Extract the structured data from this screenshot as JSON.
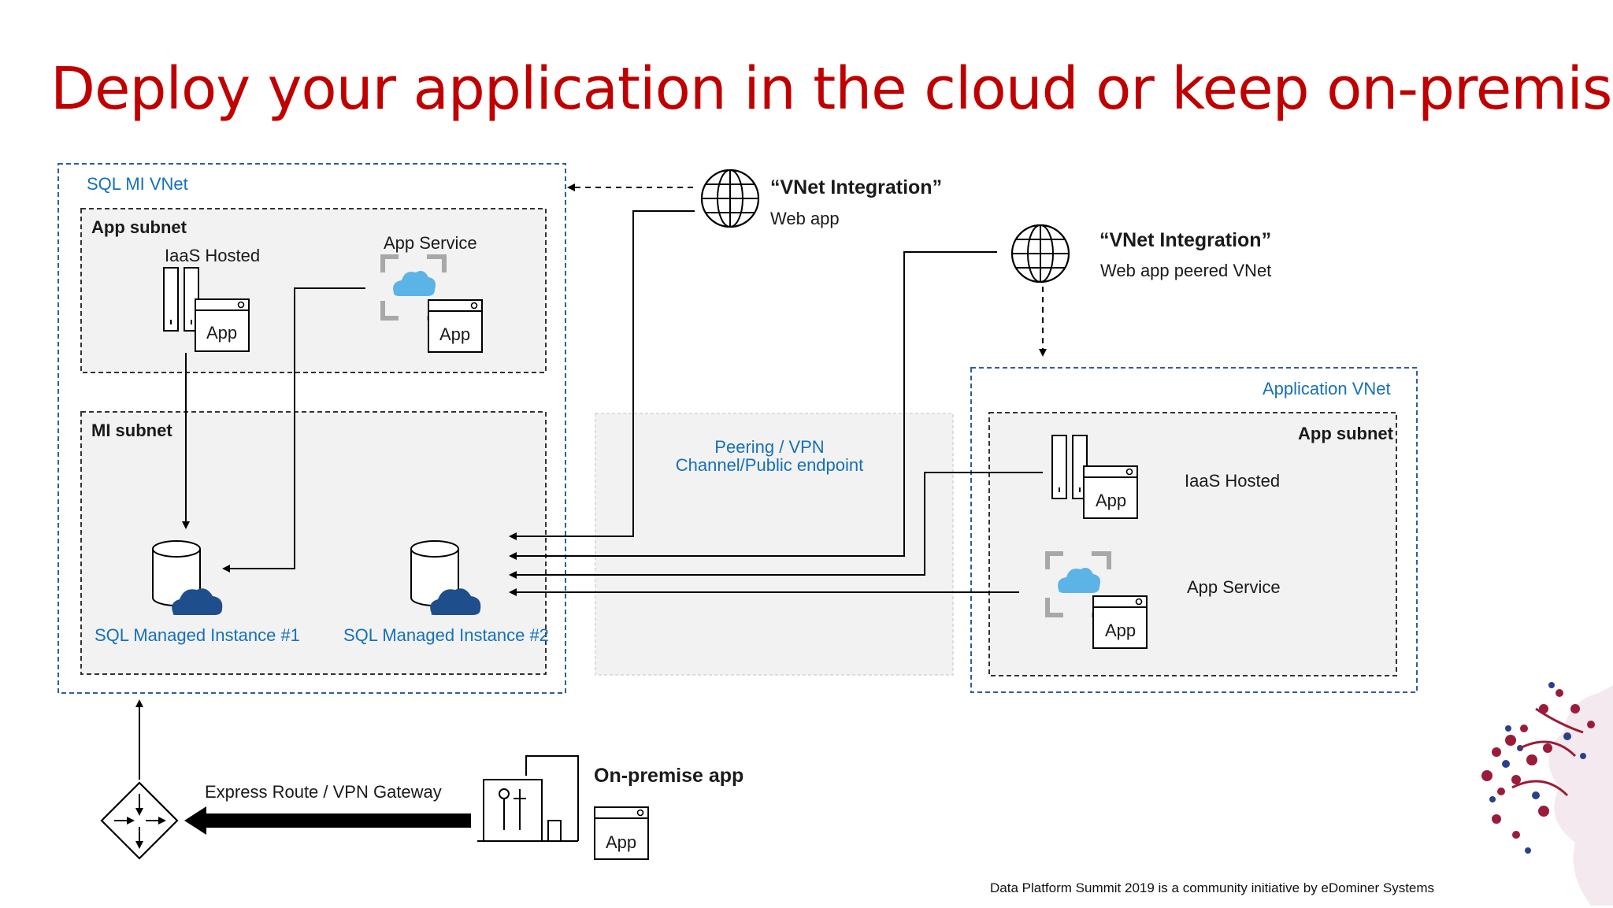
{
  "title": "Deploy your application in the cloud or keep on-premises",
  "sql_mi_vnet": {
    "label": "SQL MI VNet",
    "app_subnet": {
      "label": "App subnet",
      "iaas_label": "IaaS Hosted",
      "iaas_app": "App",
      "app_service_label": "App Service",
      "app_service_app": "App"
    },
    "mi_subnet": {
      "label": "MI subnet",
      "instance1": "SQL Managed Instance #1",
      "instance2": "SQL Managed Instance #2"
    }
  },
  "vnet_integration_1": {
    "title": "“VNet Integration”",
    "subtitle": "Web app"
  },
  "vnet_integration_2": {
    "title": "“VNet Integration”",
    "subtitle": "Web app peered VNet"
  },
  "peering": {
    "line1": "Peering / VPN",
    "line2": "Channel/Public endpoint"
  },
  "application_vnet": {
    "label": "Application VNet",
    "app_subnet": {
      "label": "App subnet",
      "iaas_label": "IaaS Hosted",
      "iaas_app": "App",
      "app_service_label": "App Service",
      "app_service_app": "App"
    }
  },
  "express_route": "Express Route / VPN Gateway",
  "on_premise": {
    "label": "On-premise app",
    "app": "App"
  },
  "footer": "Data Platform Summit 2019 is a community initiative by eDominer Systems",
  "colors": {
    "title": "#c00000",
    "accent_blue": "#1570b8",
    "db_cloud": "#1f4e8c",
    "app_cloud": "#5bb3e6"
  }
}
